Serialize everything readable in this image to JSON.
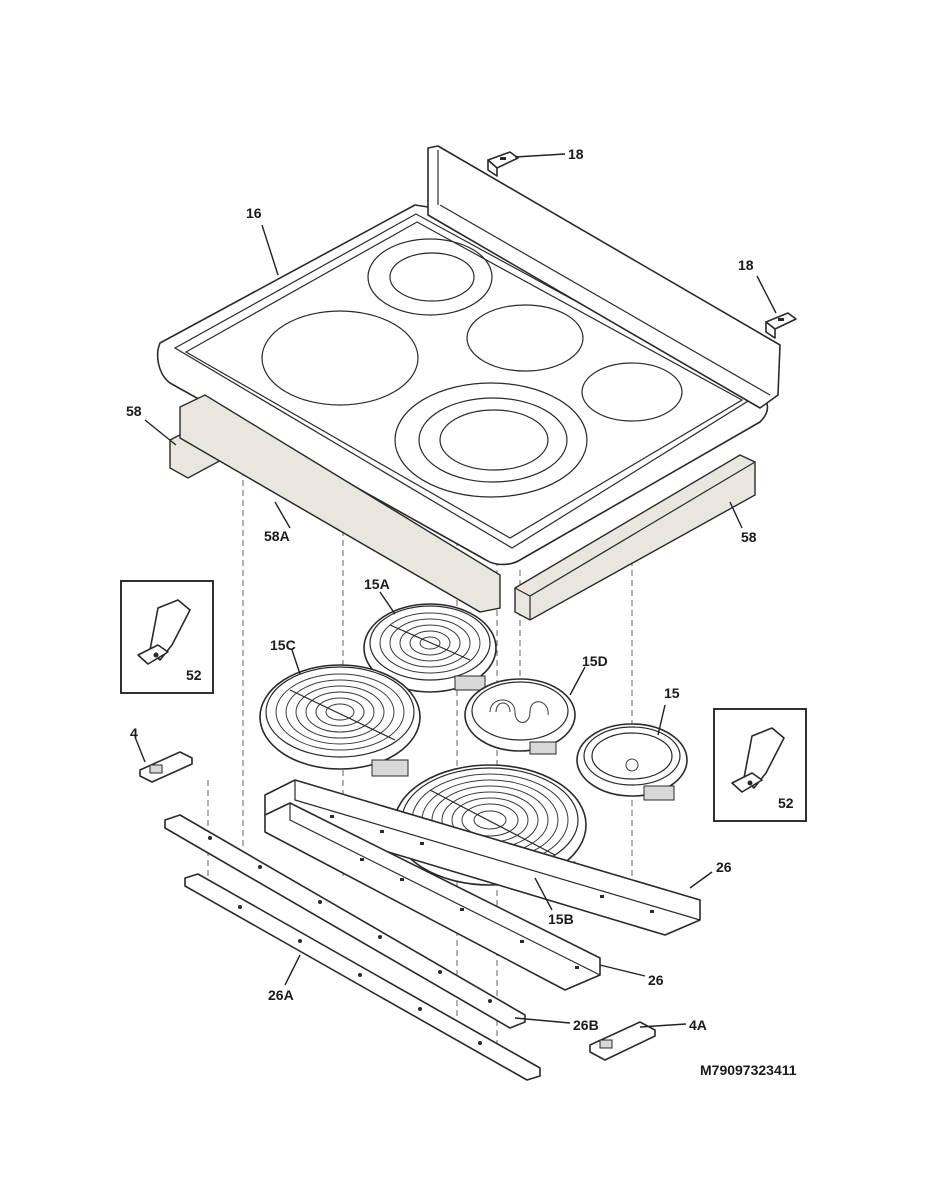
{
  "callouts": {
    "c18_top": "18",
    "c18_right": "18",
    "c16": "16",
    "c58_left": "58",
    "c58_right": "58",
    "c58a": "58A",
    "c15a": "15A",
    "c15c": "15C",
    "c15d": "15D",
    "c15": "15",
    "c15b": "15B",
    "c52_left": "52",
    "c52_right": "52",
    "c4": "4",
    "c4a": "4A",
    "c26_right": "26",
    "c26_mid": "26",
    "c26a": "26A",
    "c26b": "26B"
  },
  "diagram_code": "M79097323411"
}
